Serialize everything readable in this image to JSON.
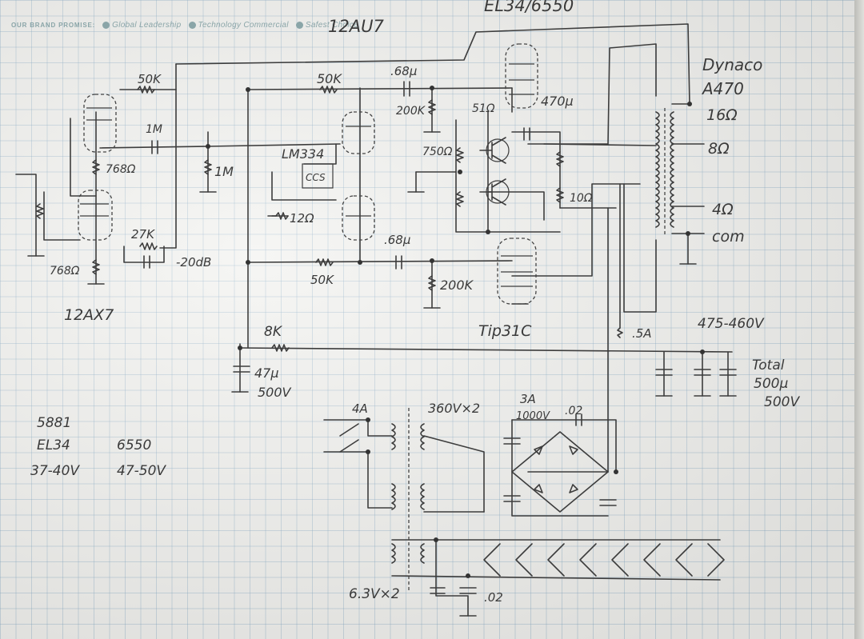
{
  "brand": {
    "heading": "OUR BRAND PROMISE:",
    "items": [
      "Global Leadership",
      "Technology Commercial",
      "Safest Choice"
    ]
  },
  "labels": {
    "tube_12au7": "12AU7",
    "tube_el34": "EL34/6550",
    "dynaco": "Dynaco",
    "a470": "A470",
    "tap_16": "16Ω",
    "tap_8": "8Ω",
    "tap_4": "4Ω",
    "tap_com": "com",
    "r_50k_a": "50K",
    "r_50k_b": "50K",
    "r_50k_c": "50K",
    "c_68_a": ".68µ",
    "c_68_b": ".68µ",
    "r_200k_a": "200K",
    "r_200k_b": "200K",
    "r_51": "51Ω",
    "c_470": "470µ",
    "r_750": "750Ω",
    "r_10": "10Ω",
    "c_1m": "1M",
    "r_1m": "1M",
    "r_768_a": "768Ω",
    "r_768_b": "768Ω",
    "lm334": "LM334",
    "ccs": "CCS",
    "r_12": "12Ω",
    "r_27k": "27K",
    "gain": "-20dB",
    "tube_12ax7": "12AX7",
    "tip31c": "Tip31C",
    "r_8k": "8K",
    "fuse_05": ".5A",
    "voltage_rail": "475-460V",
    "total": "Total",
    "cap_total": "500µ",
    "cap_total_v": "500V",
    "cap_47": "47µ",
    "cap_47_v": "500V",
    "fuse_4a": "4A",
    "sec_360": "360V×2",
    "rect_3a": "3A",
    "rect_1000v": "1000V",
    "c_02_a": ".02",
    "c_02_b": ".02",
    "heater": "6.3V×2",
    "note_5881": "5881",
    "note_el34": "EL34",
    "note_6550": "6550",
    "note_v1": "37-40V",
    "note_v2": "47-50V"
  }
}
